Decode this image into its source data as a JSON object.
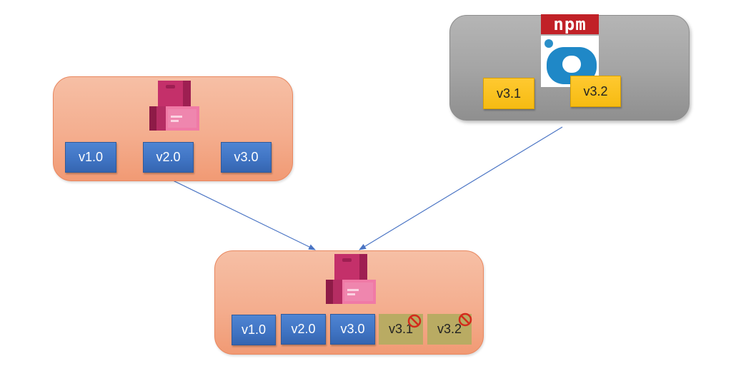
{
  "feed_left": {
    "versions": [
      "v1.0",
      "v2.0",
      "v3.0"
    ]
  },
  "npm_registry": {
    "logo_text": "npm",
    "versions": [
      "v3.1",
      "v3.2"
    ]
  },
  "feed_bottom": {
    "versions": [
      "v1.0",
      "v2.0",
      "v3.0"
    ],
    "blocked_versions": [
      "v3.1",
      "v3.2"
    ]
  },
  "colors": {
    "feed_fill": "#f4ae8f",
    "npm_fill": "#a5a5a5",
    "version_blue": "#3f73c2",
    "version_yellow": "#f6bb12",
    "blocked_olive": "#b9ab63",
    "block_red": "#d42a1c",
    "arrow": "#4a74c4",
    "package_icon": "#c8346a"
  }
}
